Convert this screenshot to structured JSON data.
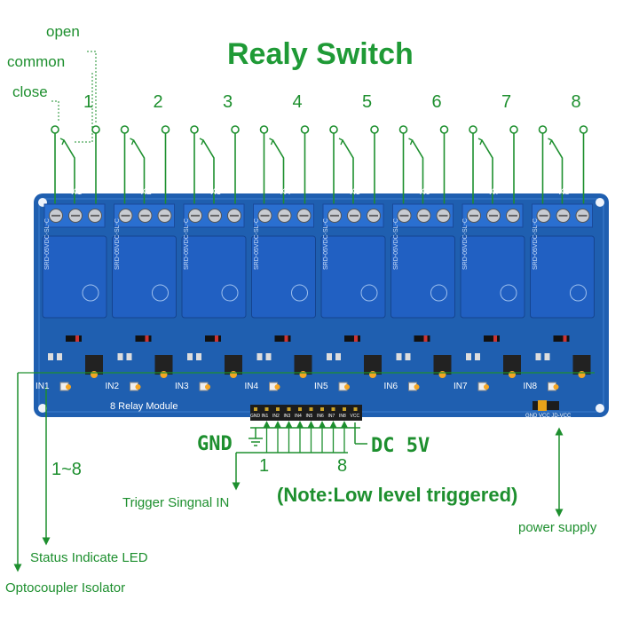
{
  "title": "Realy Switch",
  "contact_labels": {
    "open": "open",
    "common": "common",
    "close": "close"
  },
  "channels": [
    {
      "number": "1",
      "relay": "K1",
      "input": "IN1"
    },
    {
      "number": "2",
      "relay": "K2",
      "input": "IN2"
    },
    {
      "number": "3",
      "relay": "K3",
      "input": "IN3"
    },
    {
      "number": "4",
      "relay": "K4",
      "input": "IN4"
    },
    {
      "number": "5",
      "relay": "K5",
      "input": "IN5"
    },
    {
      "number": "6",
      "relay": "K6",
      "input": "IN6"
    },
    {
      "number": "7",
      "relay": "K7",
      "input": "IN7"
    },
    {
      "number": "8",
      "relay": "K8",
      "input": "IN8"
    }
  ],
  "board": {
    "module_label": "8 Relay Module",
    "relay_text": "SRD-05VDC-SL-C",
    "header_pins": [
      "GND",
      "IN1",
      "IN2",
      "IN3",
      "IN4",
      "IN5",
      "IN6",
      "IN7",
      "IN8",
      "VCC"
    ],
    "jumper_pins": "GND VCC JD-VCC",
    "colors": {
      "pcb": "#1f5fb0",
      "terminal": "#2a6fd0",
      "relay": "#2160c2",
      "optocoupler": "#222222",
      "led_dot": "#f5a623"
    }
  },
  "annotations": {
    "gnd": "GND",
    "dc": "DC  5V",
    "range_start": "1",
    "range_end": "8",
    "led_range": "1~8",
    "note": "(Note:Low level triggered)",
    "trigger": "Trigger Singnal IN",
    "status_led": "Status Indicate LED",
    "opto": "Optocoupler Isolator",
    "power": "power supply"
  }
}
